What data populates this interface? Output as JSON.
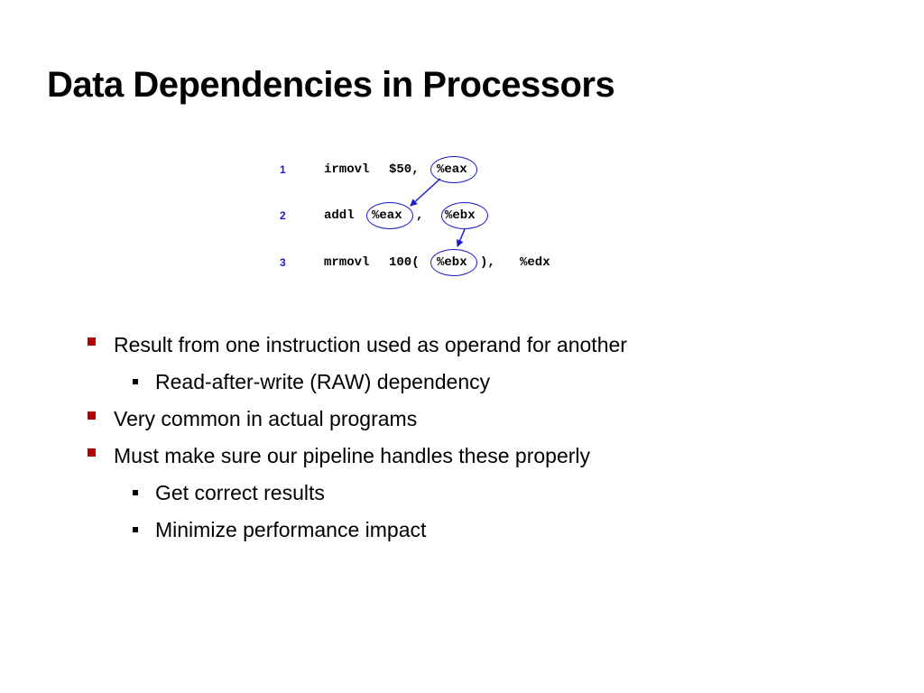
{
  "slide": {
    "title": "Data Dependencies in Processors"
  },
  "code": {
    "lines": [
      {
        "num": "1",
        "op": "irmovl",
        "src": "$50,",
        "dst": "%eax"
      },
      {
        "num": "2",
        "op": "addl",
        "src": "%eax",
        "sep": ",",
        "dst": "%ebx"
      },
      {
        "num": "3",
        "op": "mrmovl",
        "pre": "100(",
        "reg": "%ebx",
        "post": "),",
        "dst": "%edx"
      }
    ]
  },
  "bullets": [
    {
      "level": 1,
      "text": "Result from one instruction used as operand for another"
    },
    {
      "level": 2,
      "text": "Read-after-write (RAW) dependency"
    },
    {
      "level": 1,
      "text": "Very common in actual programs"
    },
    {
      "level": 1,
      "text": "Must make sure our pipeline handles these properly"
    },
    {
      "level": 2,
      "text": "Get correct results"
    },
    {
      "level": 2,
      "text": "Minimize performance impact"
    }
  ],
  "colors": {
    "accent_blue": "#1a1acc",
    "bullet_red": "#b00000"
  }
}
